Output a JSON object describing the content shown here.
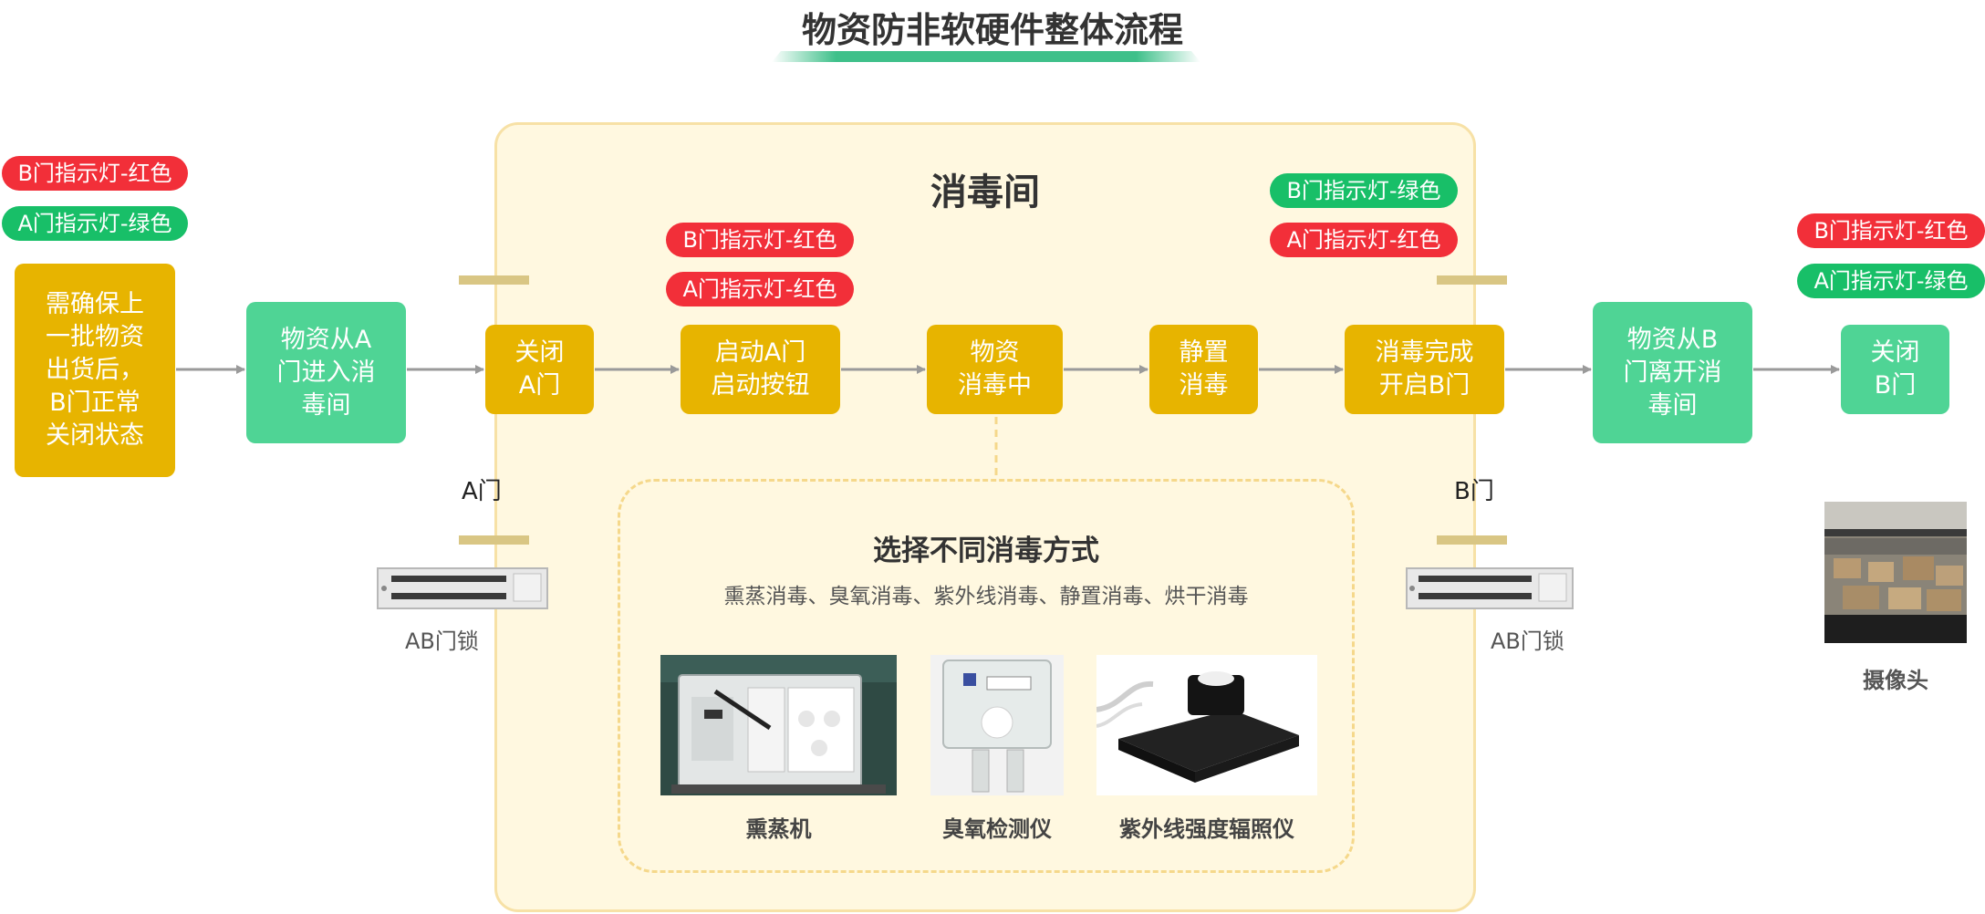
{
  "title": "物资防非软硬件整体流程",
  "room_title": "消毒间",
  "colors": {
    "red": "#f22f39",
    "green": "#18bf68",
    "node_yellow": "#e7b400",
    "node_green": "#4fd495",
    "room_bg": "#fff8e0",
    "arrow": "#9a9a9a"
  },
  "indicators": {
    "left_b": "B门指示灯-红色",
    "left_a": "A门指示灯-绿色",
    "mid_b": "B门指示灯-红色",
    "mid_a": "A门指示灯-红色",
    "inner_right_b": "B门指示灯-绿色",
    "inner_right_a": "A门指示灯-红色",
    "far_right_b": "B门指示灯-红色",
    "far_right_a": "A门指示灯-绿色"
  },
  "steps": [
    "需确保上\n一批物资\n出货后，\nB门正常\n关闭状态",
    "物资从A\n门进入消\n毒间",
    "关闭\nA门",
    "启动A门\n启动按钮",
    "物资\n消毒中",
    "静置\n消毒",
    "消毒完成\n开启B门",
    "物资从B\n门离开消\n毒间",
    "关闭\nB门"
  ],
  "doors": {
    "a_label": "A门",
    "b_label": "B门",
    "lock_label_left": "AB门锁",
    "lock_label_right": "AB门锁"
  },
  "methods": {
    "title": "选择不同消毒方式",
    "list": "熏蒸消毒、臭氧消毒、紫外线消毒、静置消毒、烘干消毒",
    "devices": [
      "熏蒸机",
      "臭氧检测仪",
      "紫外线强度辐照仪"
    ]
  },
  "camera_label": "摄像头"
}
